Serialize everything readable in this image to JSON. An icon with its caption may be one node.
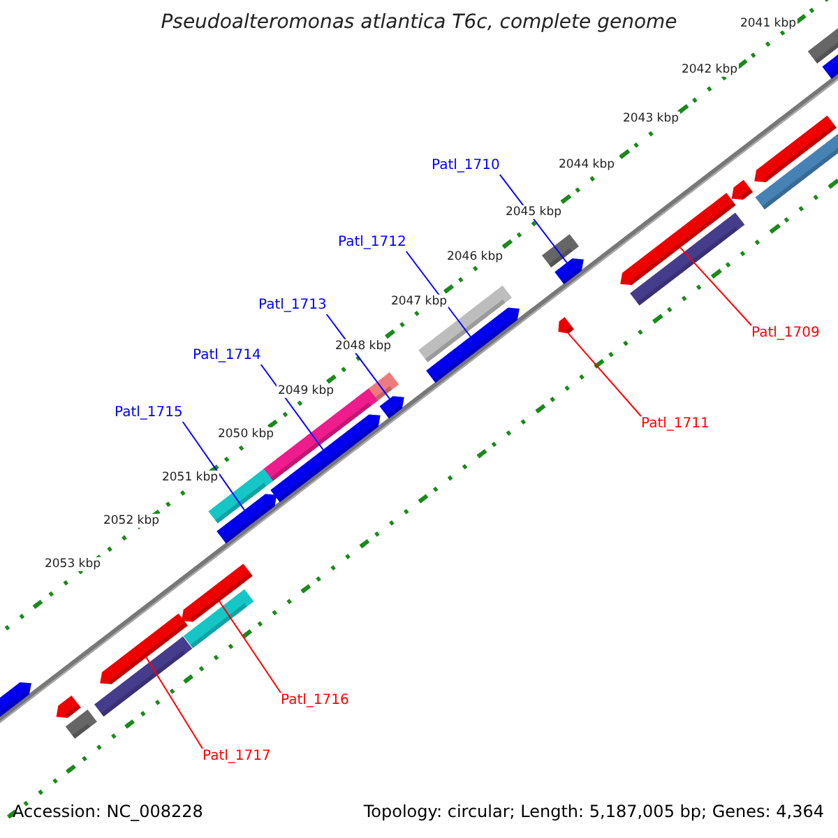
{
  "diagram": {
    "title": "Pseudoalteromonas atlantica T6c, complete genome",
    "nodes": [
      {
        "text": [
          "Patl_1710"
        ]
      },
      {
        "text": [],
        "shape": "bar"
      },
      {
        "text": [
          "Patl_1712"
        ]
      },
      {
        "text": [],
        "shape": "bar"
      },
      {
        "text": [
          "Patl_1713"
        ]
      },
      {
        "text": [],
        "shape": "bar"
      },
      {
        "text": [
          "Patl_1709"
        ]
      },
      {
        "text": [],
        "shape": "bar"
      },
      {
        "text": [
          "Patl_1714"
        ]
      },
      {
        "text": [],
        "shape": "bar"
      },
      {
        "text": [
          "Patl_1715"
        ]
      },
      {
        "text": [],
        "shape": "bar"
      },
      {
        "text": [
          "Patl_1711"
        ]
      },
      {
        "text": [],
        "shape": "bar"
      },
      {
        "text": [
          "Patl_1716"
        ]
      },
      {
        "text": [],
        "shape": "bar"
      },
      {
        "text": [
          "Patl_1717"
        ]
      },
      {
        "text": [],
        "shape": "bar"
      },
      {
        "text": [],
        "shape": "bar"
      },
      {
        "text": [],
        "shape": "bar"
      },
      {
        "text": [],
        "shape": "bar"
      },
      {
        "text": [],
        "shape": "bar"
      },
      {
        "text": [],
        "shape": "bar"
      }
    ],
    "edges": [
      {
        "from": 0,
        "to": 1,
        "arrow": "none"
      },
      {
        "from": 2,
        "to": 3,
        "arrow": "none"
      },
      {
        "from": 4,
        "to": 5,
        "arrow": "none"
      },
      {
        "from": 6,
        "to": 7,
        "arrow": "none",
        "color": "#ff0000"
      },
      {
        "from": 8,
        "to": 9,
        "arrow": "none"
      },
      {
        "from": 10,
        "to": 11,
        "arrow": "none"
      },
      {
        "from": 12,
        "to": 13,
        "arrow": "none",
        "color": "#ff0000"
      },
      {
        "from": 14,
        "to": 15,
        "arrow": "none",
        "color": "#ff0000"
      },
      {
        "from": 16,
        "to": 17,
        "arrow": "none",
        "color": "#ff0000"
      }
    ],
    "labels": [
      "2041 kbp",
      "2042 kbp",
      "2043 kbp",
      "2044 kbp",
      "2045 kbp",
      "2046 kbp",
      "2047 kbp",
      "2048 kbp",
      "2049 kbp",
      "2050 kbp",
      "2051 kbp",
      "2052 kbp",
      "2053 kbp",
      "Accession: NC_008228",
      "Topology: circular; Length: 5,187,005 bp; Genes: 4,364"
    ]
  }
}
